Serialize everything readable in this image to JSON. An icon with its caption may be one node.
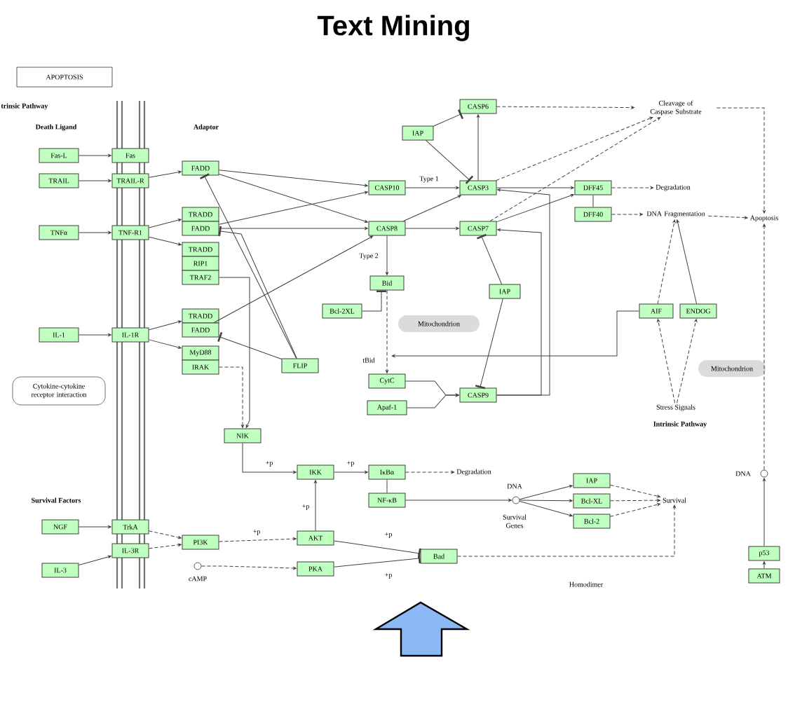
{
  "diagram": {
    "title": "Text Mining",
    "nodes": [
      {
        "text": [
          "APOPTOSIS"
        ]
      },
      {
        "text": [
          "Fas-L"
        ]
      },
      {
        "text": [
          "Fas"
        ]
      },
      {
        "text": [
          "TRAIL"
        ]
      },
      {
        "text": [
          "TRAIL-R"
        ]
      },
      {
        "text": [
          "FADD"
        ]
      },
      {
        "text": [
          "TNFα"
        ]
      },
      {
        "text": [
          "TNF-R1"
        ]
      },
      {
        "text": [
          "TRADD"
        ]
      },
      {
        "text": [
          "FADD"
        ]
      },
      {
        "text": [
          "TRADD"
        ]
      },
      {
        "text": [
          "RIP1"
        ]
      },
      {
        "text": [
          "TRAF2"
        ]
      },
      {
        "text": [
          "IL-1"
        ]
      },
      {
        "text": [
          "IL-1R"
        ]
      },
      {
        "text": [
          "TRADD"
        ]
      },
      {
        "text": [
          "FADD"
        ]
      },
      {
        "text": [
          "MyD88"
        ]
      },
      {
        "text": [
          "IRAK"
        ]
      },
      {
        "text": [
          "Cytokine-cytokine receptor interaction"
        ]
      },
      {
        "text": [
          "FLIP"
        ]
      },
      {
        "text": [
          "NIK"
        ]
      },
      {
        "text": [
          "CASP10"
        ]
      },
      {
        "text": [
          "CASP8"
        ]
      },
      {
        "text": [
          "CASP6"
        ]
      },
      {
        "text": [
          "IAP"
        ]
      },
      {
        "text": [
          "CASP3"
        ]
      },
      {
        "text": [
          "CASP7"
        ]
      },
      {
        "text": [
          "Bid"
        ]
      },
      {
        "text": [
          "Bcl-2XL"
        ]
      },
      {
        "text": [
          "Mitochondrion"
        ]
      },
      {
        "text": [
          "CytC"
        ]
      },
      {
        "text": [
          "Apaf-1"
        ]
      },
      {
        "text": [
          "CASP9"
        ]
      },
      {
        "text": [
          "IAP"
        ]
      },
      {
        "text": [
          "DFF45"
        ]
      },
      {
        "text": [
          "DFF40"
        ]
      },
      {
        "text": [
          "Cleavage of Caspase Substrate"
        ]
      },
      {
        "text": [
          "Degradation"
        ]
      },
      {
        "text": [
          "DNA Fragmentation"
        ]
      },
      {
        "text": [
          "Apoptosis"
        ]
      },
      {
        "text": [
          "AIF"
        ]
      },
      {
        "text": [
          "ENDOG"
        ]
      },
      {
        "text": [
          "Mitochondrion"
        ]
      },
      {
        "text": [
          "Stress Signals"
        ]
      },
      {
        "text": [
          "IKK"
        ]
      },
      {
        "text": [
          "IκBα"
        ]
      },
      {
        "text": [
          "NF-κB"
        ]
      },
      {
        "text": [
          "Degradation"
        ]
      },
      {
        "text": [],
        "shape": "circle",
        "beside": [
          "DNA",
          "Survival Genes"
        ]
      },
      {
        "text": [
          "IAP"
        ]
      },
      {
        "text": [
          "Bcl-XL"
        ]
      },
      {
        "text": [
          "Bcl-2"
        ]
      },
      {
        "text": [
          "Survival"
        ]
      },
      {
        "text": [],
        "shape": "circle",
        "beside": [
          "DNA"
        ]
      },
      {
        "text": [
          "p53"
        ]
      },
      {
        "text": [
          "ATM"
        ]
      },
      {
        "text": [
          "NGF"
        ]
      },
      {
        "text": [
          "TrkA"
        ]
      },
      {
        "text": [
          "IL-3R"
        ]
      },
      {
        "text": [
          "IL-3"
        ]
      },
      {
        "text": [
          "PI3K"
        ]
      },
      {
        "text": [
          "AKT"
        ]
      },
      {
        "text": [
          "PKA"
        ]
      },
      {
        "text": [
          "Bad"
        ]
      },
      {
        "text": [],
        "shape": "circle",
        "beside": [
          "cAMP"
        ]
      }
    ],
    "edges": [
      {
        "from": 1,
        "to": 2,
        "arrow": "to"
      },
      {
        "from": 3,
        "to": 4,
        "arrow": "to"
      },
      {
        "from": 4,
        "to": 5,
        "arrow": "to"
      },
      {
        "from": 6,
        "to": 7,
        "arrow": "to"
      },
      {
        "from": 7,
        "to": 8,
        "arrow": "to"
      },
      {
        "from": 7,
        "to": 10,
        "arrow": "to"
      },
      {
        "from": 13,
        "to": 14,
        "arrow": "to"
      },
      {
        "from": 14,
        "to": 15,
        "arrow": "to"
      },
      {
        "from": 14,
        "to": 17,
        "arrow": "to"
      },
      {
        "from": 5,
        "to": 22,
        "arrow": "to"
      },
      {
        "from": 5,
        "to": 23,
        "arrow": "to"
      },
      {
        "from": 9,
        "to": 22,
        "arrow": "to"
      },
      {
        "from": 9,
        "to": 23,
        "arrow": "to"
      },
      {
        "from": 16,
        "to": 23,
        "arrow": "to"
      },
      {
        "from": 20,
        "to": 5,
        "arrow": "other"
      },
      {
        "from": 20,
        "to": 9,
        "arrow": "other"
      },
      {
        "from": 20,
        "to": 16,
        "arrow": "other"
      },
      {
        "from": 22,
        "to": 26,
        "arrow": "to",
        "label": "Type 1"
      },
      {
        "from": 23,
        "to": 26,
        "arrow": "to"
      },
      {
        "from": 23,
        "to": 27,
        "arrow": "to"
      },
      {
        "from": 23,
        "to": 28,
        "arrow": "to",
        "label": "Type 2"
      },
      {
        "from": 26,
        "to": 24,
        "arrow": "to"
      },
      {
        "from": 25,
        "to": 26,
        "arrow": "other"
      },
      {
        "from": 34,
        "to": 27,
        "arrow": "other"
      },
      {
        "from": 34,
        "to": 33,
        "arrow": "other"
      },
      {
        "from": 28,
        "to": 31,
        "arrow": "to",
        "style": "dashed",
        "label": "tBid"
      },
      {
        "from": 29,
        "to": 28,
        "arrow": "other"
      },
      {
        "from": 31,
        "to": 33,
        "arrow": "to"
      },
      {
        "from": 32,
        "to": 33,
        "arrow": "to"
      },
      {
        "from": 33,
        "to": 26,
        "arrow": "to"
      },
      {
        "from": 33,
        "to": 27,
        "arrow": "to"
      },
      {
        "from": 26,
        "to": 35,
        "arrow": "to"
      },
      {
        "from": 27,
        "to": 35,
        "arrow": "to"
      },
      {
        "from": 35,
        "to": 38,
        "arrow": "to",
        "style": "dashed"
      },
      {
        "from": 36,
        "to": 39,
        "arrow": "to",
        "style": "dashed"
      },
      {
        "from": 39,
        "to": 40,
        "arrow": "to",
        "style": "dashed"
      },
      {
        "from": 24,
        "to": 37,
        "arrow": "to",
        "style": "dashed"
      },
      {
        "from": 26,
        "to": 37,
        "arrow": "to",
        "style": "dashed"
      },
      {
        "from": 27,
        "to": 37,
        "arrow": "to",
        "style": "dashed"
      },
      {
        "from": 37,
        "to": 40,
        "arrow": "to",
        "style": "dashed"
      },
      {
        "from": 44,
        "to": 41,
        "arrow": "to",
        "style": "dashed"
      },
      {
        "from": 44,
        "to": 42,
        "arrow": "to",
        "style": "dashed"
      },
      {
        "from": 41,
        "to": 39,
        "arrow": "to",
        "style": "dashed"
      },
      {
        "from": 42,
        "to": 39,
        "arrow": "to"
      },
      {
        "from": 41,
        "to": null,
        "arrow": "to"
      },
      {
        "from": 54,
        "to": 40,
        "arrow": "to",
        "style": "dashed"
      },
      {
        "from": 55,
        "to": 54,
        "arrow": "to"
      },
      {
        "from": 56,
        "to": 55,
        "arrow": "to"
      },
      {
        "from": 18,
        "to": 21,
        "arrow": "to",
        "style": "dashed"
      },
      {
        "from": 12,
        "to": 21,
        "arrow": "to"
      },
      {
        "from": 21,
        "to": 45,
        "arrow": "to",
        "label": "+p"
      },
      {
        "from": 45,
        "to": 46,
        "arrow": "to",
        "label": "+p"
      },
      {
        "from": 46,
        "to": 48,
        "arrow": "to",
        "style": "dashed"
      },
      {
        "from": 47,
        "to": 49,
        "arrow": "to"
      },
      {
        "from": 49,
        "to": 50,
        "arrow": "to"
      },
      {
        "from": 49,
        "to": 51,
        "arrow": "to"
      },
      {
        "from": 49,
        "to": 52,
        "arrow": "to"
      },
      {
        "from": 50,
        "to": 53,
        "arrow": "to",
        "style": "dashed"
      },
      {
        "from": 51,
        "to": 53,
        "arrow": "to",
        "style": "dashed"
      },
      {
        "from": 52,
        "to": 53,
        "arrow": "to",
        "style": "dashed"
      },
      {
        "from": 57,
        "to": 58,
        "arrow": "to"
      },
      {
        "from": 60,
        "to": 59,
        "arrow": "to"
      },
      {
        "from": 58,
        "to": 61,
        "arrow": "to",
        "style": "dashed"
      },
      {
        "from": 59,
        "to": 61,
        "arrow": "to",
        "style": "dashed"
      },
      {
        "from": 61,
        "to": 62,
        "arrow": "to",
        "style": "dashed",
        "label": "+p"
      },
      {
        "from": 62,
        "to": 45,
        "arrow": "to",
        "label": "+p"
      },
      {
        "from": 62,
        "to": 64,
        "arrow": "other",
        "label": "+p"
      },
      {
        "from": 63,
        "to": 64,
        "arrow": "other",
        "label": "+p"
      },
      {
        "from": 65,
        "to": 63,
        "arrow": "to",
        "style": "dashed"
      },
      {
        "from": 64,
        "to": 53,
        "arrow": "to",
        "style": "dashed"
      },
      {
        "from": 35,
        "to": 36,
        "arrow": "none"
      },
      {
        "from": 46,
        "to": 47,
        "arrow": "none"
      },
      {
        "from": 25,
        "to": 24,
        "arrow": "other"
      }
    ],
    "labels": [
      "trinsic Pathway",
      "Death Ligand",
      "Adaptor",
      "Survival Factors",
      "Intrinsic Pathway",
      "Homodimer"
    ]
  }
}
